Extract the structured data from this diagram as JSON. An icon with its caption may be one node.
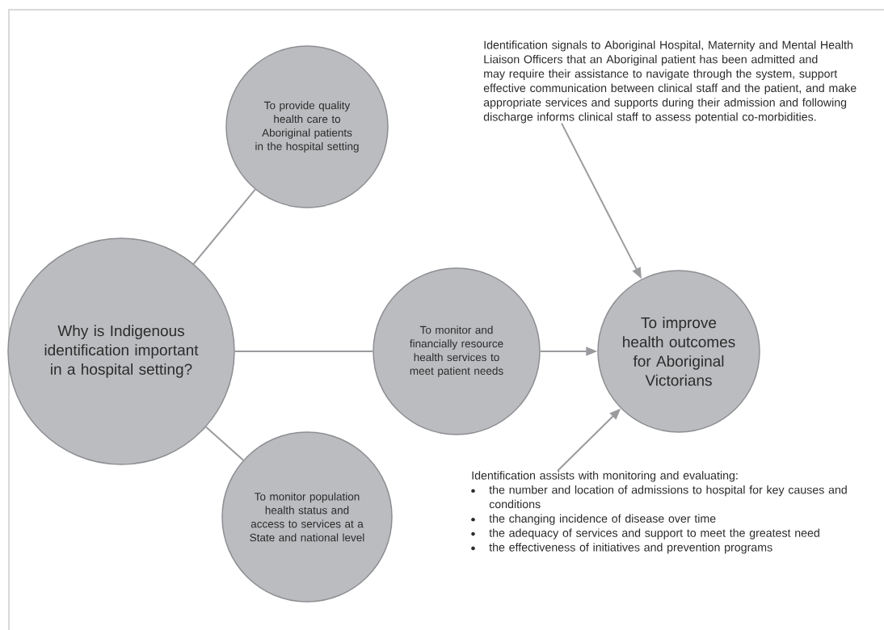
{
  "diagram": {
    "nodes": [
      {
        "text": [
          "Why is Indigenous identification important in a hospital setting?"
        ]
      },
      {
        "text": [
          "To provide quality health care to Aboriginal patients in the hospital setting"
        ]
      },
      {
        "text": [
          "To monitor and financially resource health services to meet patient needs"
        ]
      },
      {
        "text": [
          "To monitor population health status and access to services at a State and national level"
        ]
      },
      {
        "text": [
          "To improve health outcomes for Aboriginal Victorians"
        ]
      },
      {
        "text": [
          "Identification signals to Aboriginal Hospital, Maternity and Mental Health Liaison Officers that an Aboriginal patient has been admitted and may require their assistance to navigate through the system, support effective communication between clinical staff and the patient, and make appropriate services and supports during their admission and following discharge informs clinical staff to assess potential co-morbidities."
        ]
      },
      {
        "text": [
          "Identification assists with monitoring and evaluating:",
          "the number and location of admissions to hospital for key causes and conditions",
          "the changing incidence of disease over time",
          "the adequacy of services and support to meet the greatest need",
          "the effectiveness of initiatives and prevention programs"
        ]
      }
    ],
    "edges": [
      {
        "from": 0,
        "to": 1,
        "arrow": "none"
      },
      {
        "from": 0,
        "to": 2,
        "arrow": "none"
      },
      {
        "from": 0,
        "to": 3,
        "arrow": "none"
      },
      {
        "from": 2,
        "to": 4,
        "arrow": "to"
      },
      {
        "from": 5,
        "to": 4,
        "arrow": "to"
      },
      {
        "from": 6,
        "to": 4,
        "arrow": "to"
      }
    ]
  }
}
